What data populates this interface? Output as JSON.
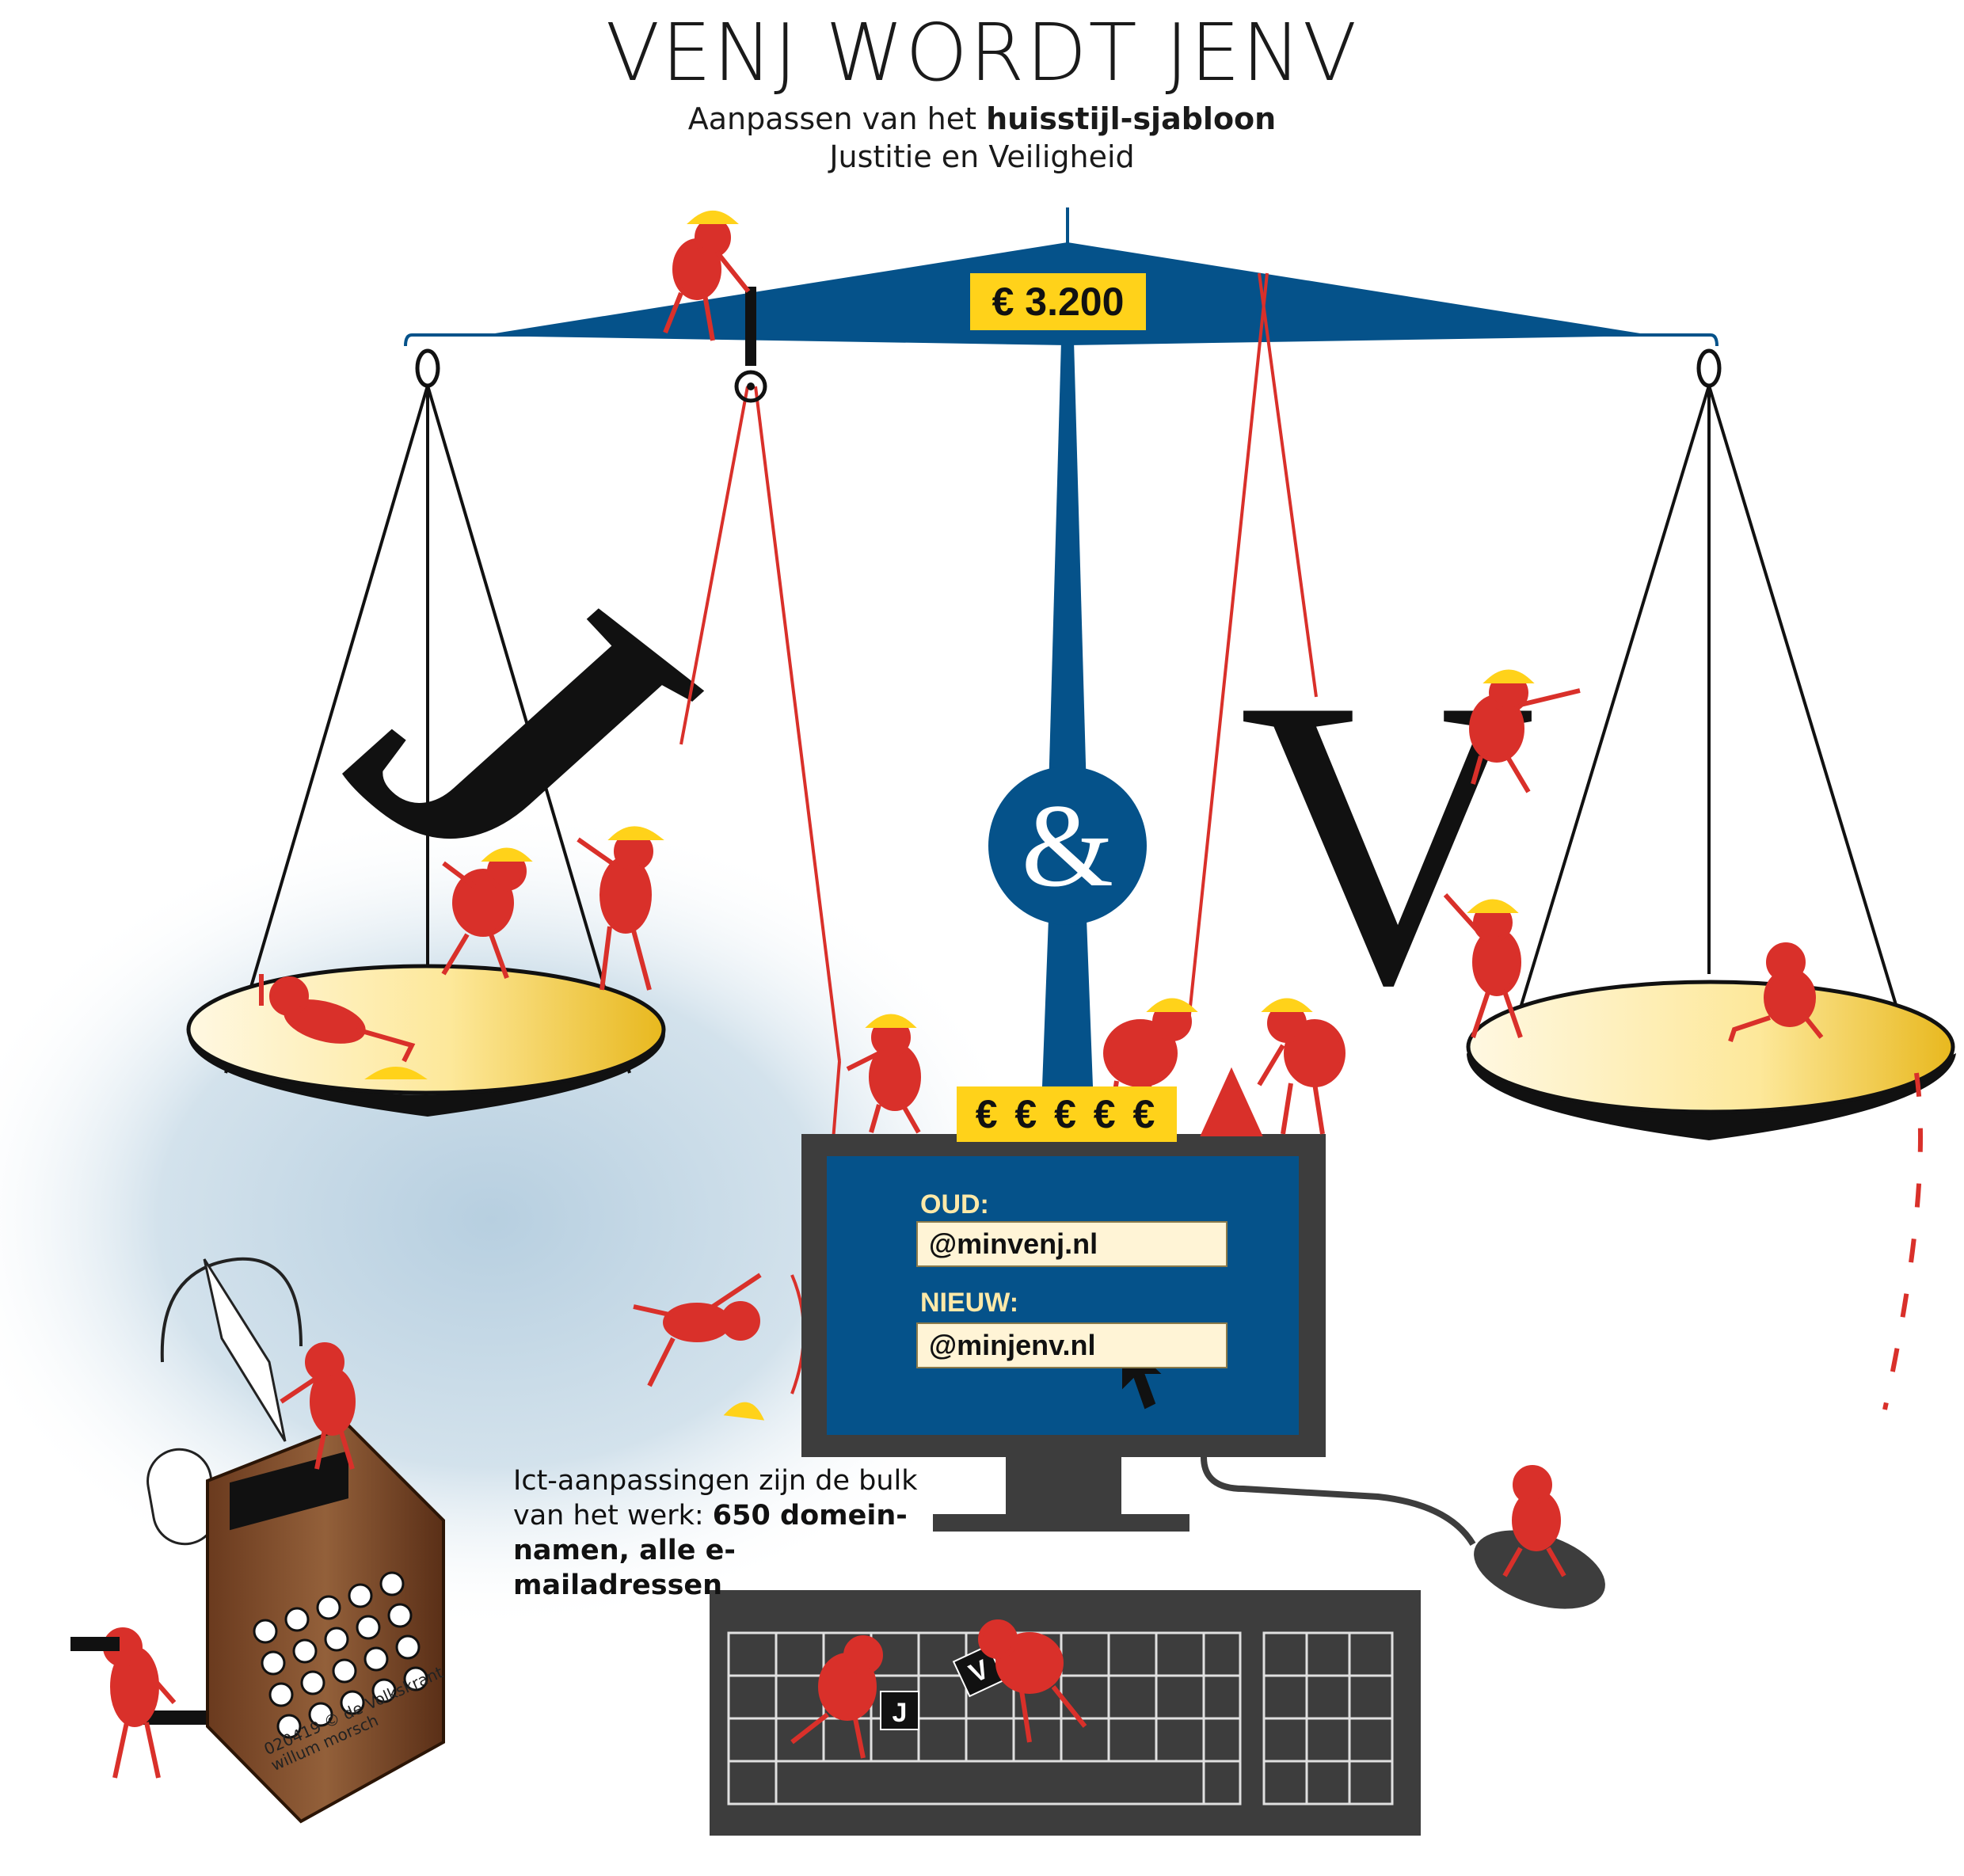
{
  "header": {
    "title": "VENJ WORDT JENV",
    "subtitle_prefix": "Aanpassen van het ",
    "subtitle_bold": "huisstijl-sjabloon",
    "subtitle_line2": "Justitie en Veiligheid"
  },
  "scale": {
    "price_label": "€ 3.200",
    "ampersand": "&",
    "letter_left": "J",
    "letter_right": "V"
  },
  "monitor": {
    "euro_sign": "€ € € € €",
    "old_label": "OUD:",
    "old_value": "@minvenj.nl",
    "new_label": "NIEUW:",
    "new_value": "@minjenv.nl"
  },
  "keyboard": {
    "key_j": "J",
    "key_v": "V"
  },
  "caption": {
    "line_plain": "Ict-aanpassingen zijn de bulk van het werk: ",
    "line_bold": "650 domein-namen, alle e-mailadressen"
  },
  "credit": {
    "line1": "020419 © de Volkskrant",
    "line2": "willum morsch"
  },
  "colors": {
    "navy": "#05528a",
    "yellow": "#ffd21a",
    "ant_red": "#d9302a",
    "dark_gray": "#3d3d3d"
  }
}
